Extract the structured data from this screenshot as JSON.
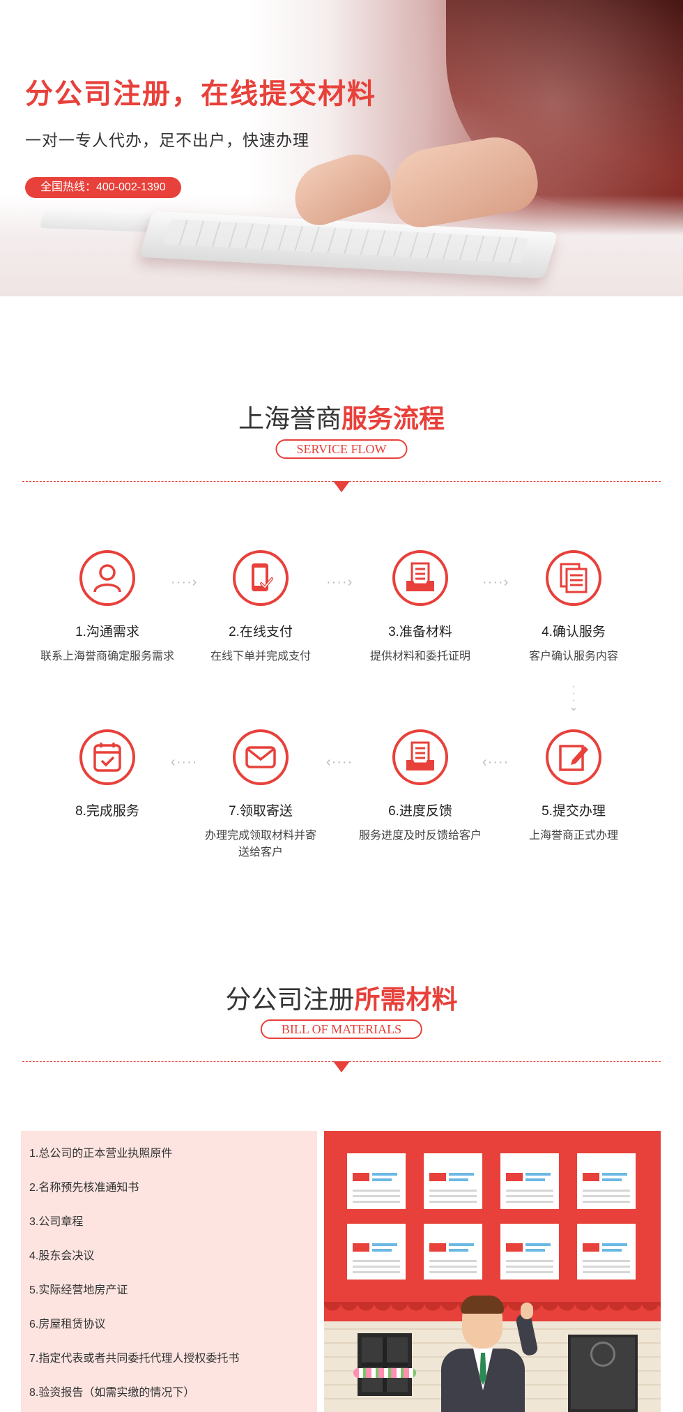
{
  "hero": {
    "title": "分公司注册，在线提交材料",
    "subtitle": "一对一专人代办，足不出户，快速办理",
    "hotline": "全国热线：400-002-1390"
  },
  "service_flow": {
    "title_plain": "上海誉商",
    "title_bold": "服务流程",
    "pill": "SERVICE FLOW",
    "steps": [
      {
        "title": "1.沟通需求",
        "desc": "联系上海誉商确定服务需求",
        "icon": "person-icon"
      },
      {
        "title": "2.在线支付",
        "desc": "在线下单并完成支付",
        "icon": "phone-check-icon"
      },
      {
        "title": "3.准备材料",
        "desc": "提供材料和委托证明",
        "icon": "document-tray-icon"
      },
      {
        "title": "4.确认服务",
        "desc": "客户确认服务内容",
        "icon": "documents-stack-icon"
      },
      {
        "title": "5.提交办理",
        "desc": "上海誉商正式办理",
        "icon": "edit-icon"
      },
      {
        "title": "6.进度反馈",
        "desc": "服务进度及时反馈给客户",
        "icon": "document-tray-icon"
      },
      {
        "title": "7.领取寄送",
        "desc": "办理完成领取材料并寄送给客户",
        "icon": "envelope-icon"
      },
      {
        "title": "8.完成服务",
        "desc": "",
        "icon": "calendar-check-icon"
      }
    ]
  },
  "materials": {
    "title_plain": "分公司注册",
    "title_bold": "所需材料",
    "pill": "BILL OF MATERIALS",
    "items": [
      "1.总公司的正本营业执照原件",
      "2.名称预先核准通知书",
      "3.公司章程",
      "4.股东会决议",
      "5.实际经营地房产证",
      "6.房屋租赁协议",
      "7.指定代表或者共同委托代理人授权委托书",
      "8.验资报告（如需实缴的情况下）"
    ]
  },
  "colors": {
    "accent": "#e8403a",
    "pink_bg": "#fde4e0"
  }
}
